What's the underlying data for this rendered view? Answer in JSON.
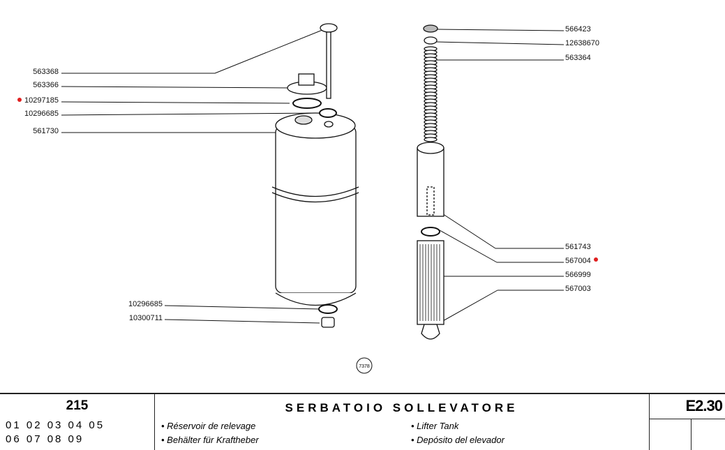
{
  "diagram": {
    "drawing_number": "7378",
    "marker_color": "#e02020",
    "left_labels": [
      "563368",
      "563366",
      "10297185",
      "10296685",
      "561730"
    ],
    "bottom_labels": [
      "10296685",
      "10300711"
    ],
    "right_labels": [
      "566423",
      "12638670",
      "563364",
      "561743",
      "567004",
      "566999",
      "567003"
    ]
  },
  "footer": {
    "group_number": "215",
    "models_row1": "01 02 03 04 05",
    "models_row2": "06 07 08 09",
    "title": "SERBATOIO SOLLEVATORE",
    "translations": [
      "• Réservoir de relevage",
      "• Behälter für Kraftheber",
      "• Lifter Tank",
      "• Depósito del elevador"
    ],
    "page_code": "E2.30"
  }
}
